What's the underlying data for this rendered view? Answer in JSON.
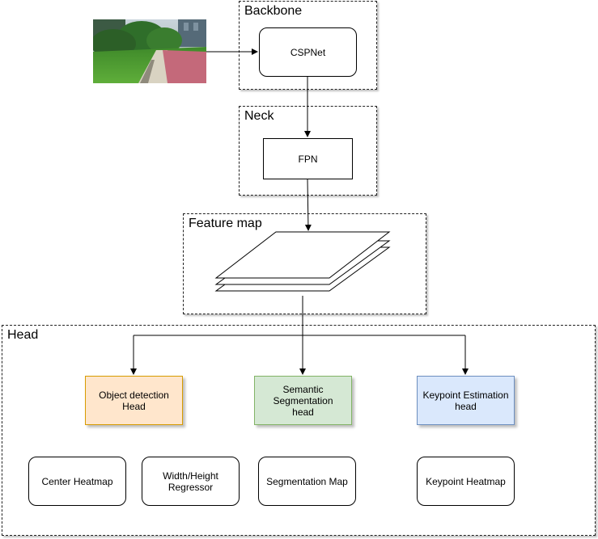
{
  "groups": {
    "backbone": "Backbone",
    "neck": "Neck",
    "feature_map": "Feature map",
    "head": "Head"
  },
  "nodes": {
    "cspnet": "CSPNet",
    "fpn": "FPN",
    "object_detection": "Object detection\nHead",
    "semantic_segmentation": "Semantic\nSegmentation\nhead",
    "keypoint_estimation": "Keypoint Estimation\nhead",
    "center_heatmap": "Center Heatmap",
    "width_height": "Width/Height\nRegressor",
    "segmentation_map": "Segmentation Map",
    "keypoint_heatmap": "Keypoint Heatmap"
  },
  "colors": {
    "object_detection_fill": "#ffe6cc",
    "object_detection_border": "#d79b00",
    "semantic_fill": "#d5e8d4",
    "semantic_border": "#82b366",
    "keypoint_fill": "#dae8fc",
    "keypoint_border": "#6c8ebf"
  }
}
